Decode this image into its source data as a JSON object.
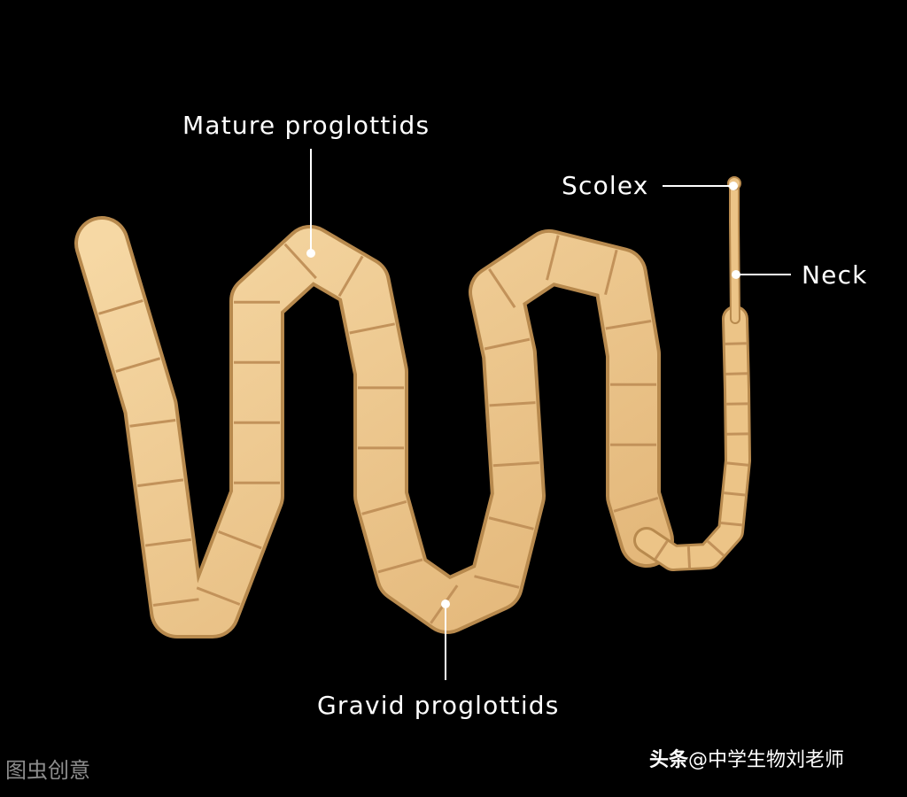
{
  "labels": {
    "mature": "Mature proglottids",
    "gravid": "Gravid proglottids",
    "scolex": "Scolex",
    "neck": "Neck"
  },
  "watermarks": {
    "left": "图虫创意",
    "right_brand": "头条",
    "right_handle": "@中学生物刘老师"
  },
  "colors": {
    "background": "#000000",
    "segment_fill": "#ecc487",
    "segment_border": "#b88a4e",
    "callout_line": "#ffffff",
    "label_text": "#ffffff"
  }
}
